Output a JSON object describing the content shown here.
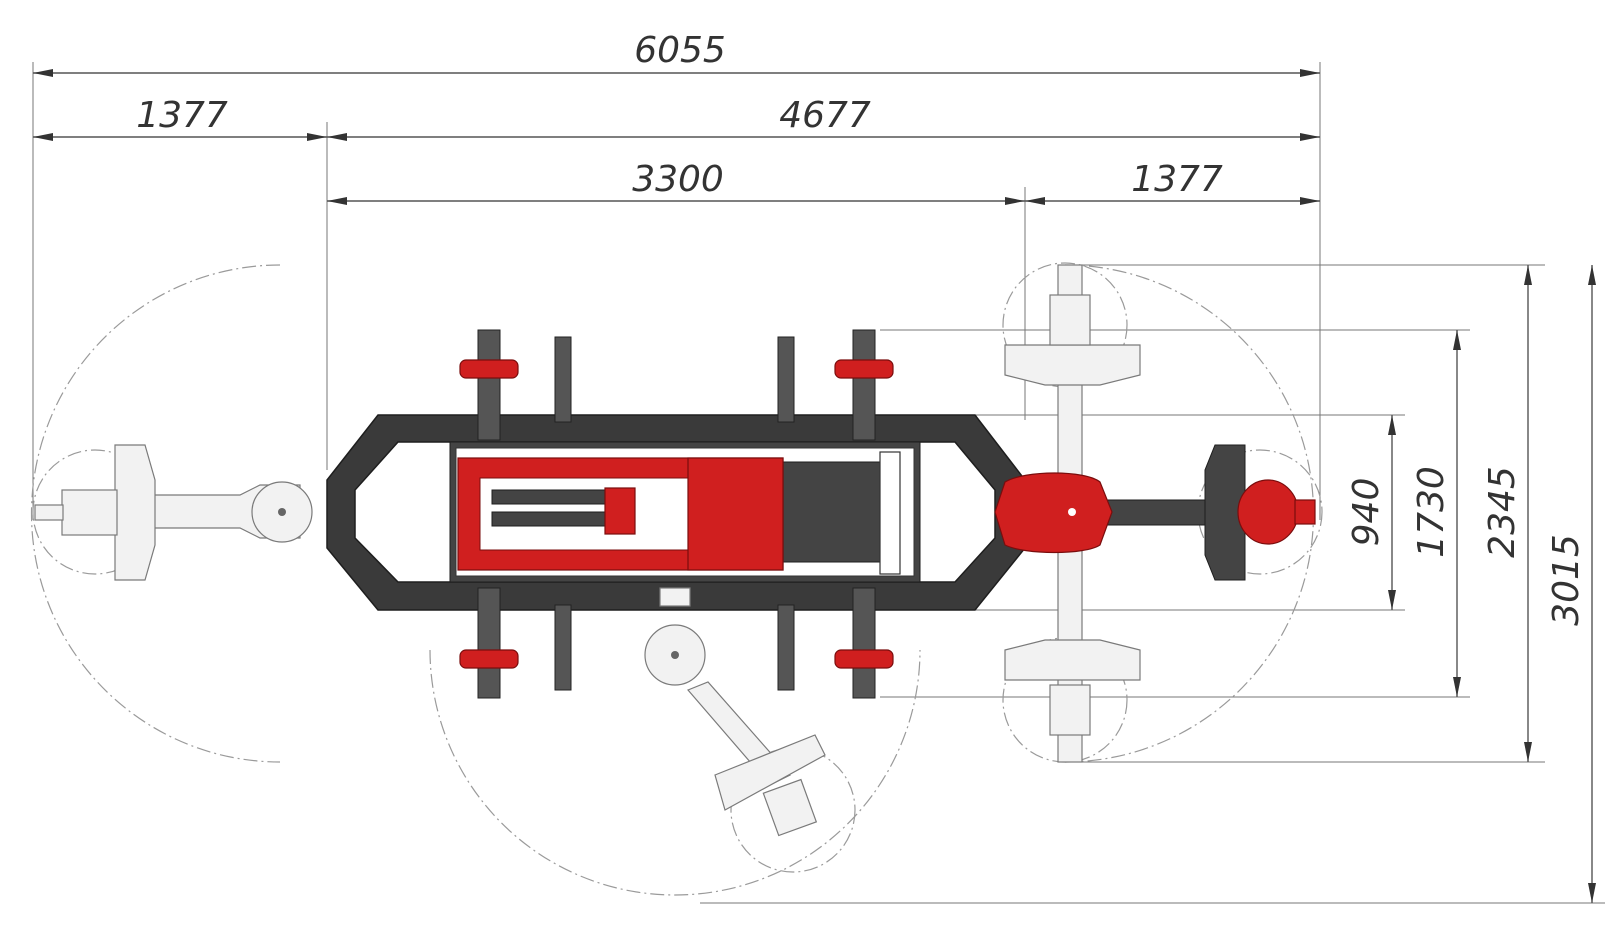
{
  "dimensions": {
    "overall_length": "6055",
    "left_arm": "1377",
    "frame_to_end": "4677",
    "frame_length": "3300",
    "right_arm": "1377",
    "width_940": "940",
    "width_1730": "1730",
    "width_2345": "2345",
    "width_3015": "3015"
  },
  "colors": {
    "frame": "#3a3a3a",
    "accent_red": "#d01f1f",
    "arm_fill": "#f2f2f2",
    "dimension_line": "#555555"
  }
}
